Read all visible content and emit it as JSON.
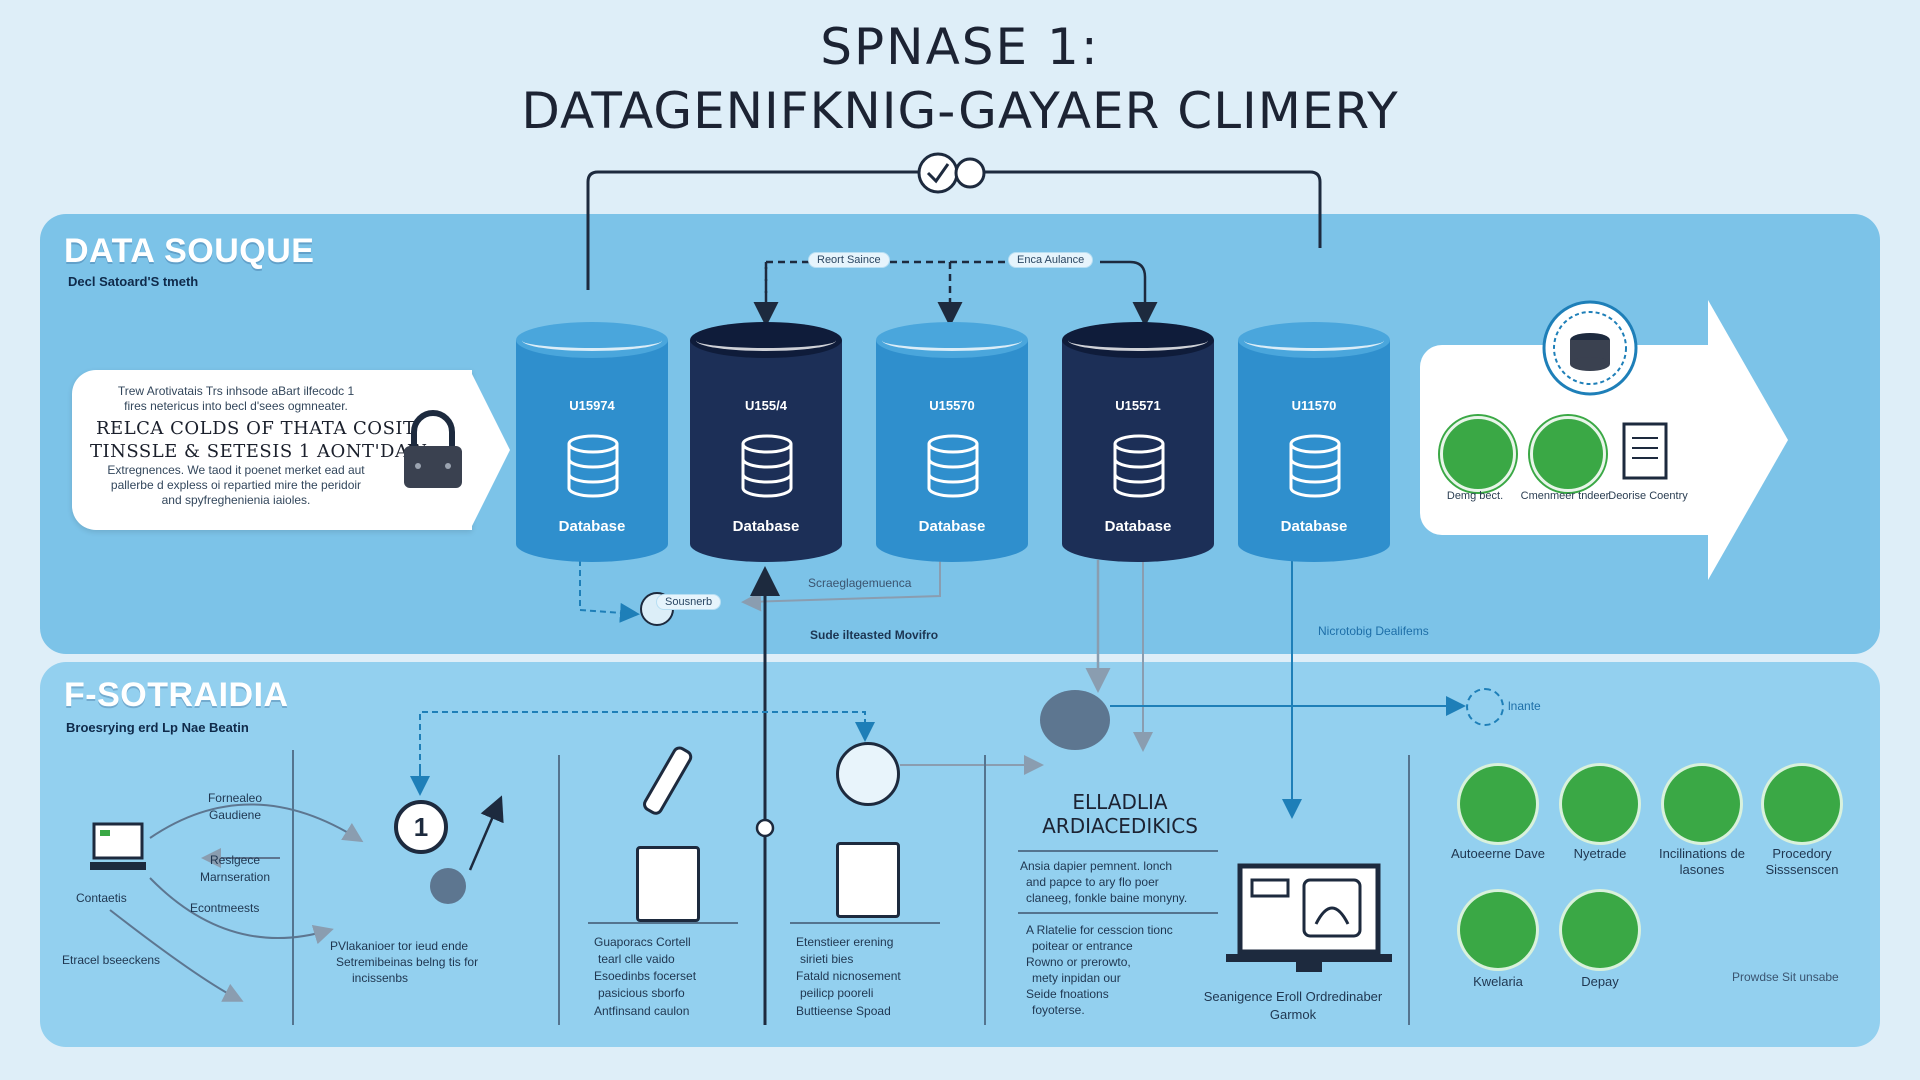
{
  "header": {
    "title_line1": "SPNASE 1:",
    "title_line2": "DATAGENIFKNIG-GAYAER CLIMERY"
  },
  "data_source": {
    "title": "DATA SOUQUE",
    "subtitle": "Decl Satoard'S tmeth",
    "info": {
      "line1": "Trew Arotivatais Trs inhsode aBart ilfecodc 1",
      "line2": "fires netericus into becl d'sees ogmneater.",
      "big1": "RELCA COLDS OF THATA COSIT",
      "big2": "TINSSLE & SETESIS 1 AONT'DAW",
      "line3": "Extregnences. We taod it poenet merket ead aut",
      "line4": "pallerbe d expless oi repartied mire the peridoir",
      "line5": "and spyfreghenienia iaioles."
    },
    "databases": [
      {
        "id": "U15974",
        "label": "Database",
        "style": "light"
      },
      {
        "id": "U155/4",
        "label": "Database",
        "style": "dark"
      },
      {
        "id": "U15570",
        "label": "Database",
        "style": "light"
      },
      {
        "id": "U15571",
        "label": "Database",
        "style": "dark"
      },
      {
        "id": "U11570",
        "label": "Database",
        "style": "light"
      }
    ],
    "connectors": {
      "left_pill": "Reort Saince",
      "right_pill": "Enca Aulance",
      "bottom_pill": "Sousnerb",
      "bottom_mid": "Scraeglagemuenca",
      "bottom_caption": "Sude ilteasted Movifro",
      "right_caption": "Nicrotobig Dealifems"
    },
    "targets": [
      {
        "label": "Demg bect.",
        "icon": "equal-icon"
      },
      {
        "label": "Cmenmeer tndeer",
        "icon": "pen-icon"
      },
      {
        "label": "Deorise Coentry",
        "icon": "document-icon"
      }
    ]
  },
  "processing": {
    "title": "F-SOTRAIDIA",
    "subtitle": "Broesrying erd Lp Nae Beatin",
    "left_flow": {
      "labels": [
        "Fornealeo Gaudiene",
        "Reslgece Marnseration",
        "Contaetis",
        "Econtmeests",
        "Etracel bseeckens"
      ],
      "step": "1",
      "notes": [
        "PVlakanioer tor ieud ende",
        "Setremibeinas belng tis for",
        "incissenbs"
      ]
    },
    "col2_notes": [
      "Guaporacs Cortell",
      "tearl clle vaido",
      "Esoedinbs focerset",
      "pasicious sborfo",
      "Antfinsand caulon"
    ],
    "col3_notes": [
      "Etenstieer erening",
      "sirieti bies",
      "Fatald nicnosement",
      "peilicp pooreli",
      "Buttieense Spoad"
    ],
    "mid": {
      "title1": "ELLADLIA",
      "title2": "ARDIACEDIKICS",
      "notes_a": [
        "Ansia dapier pemnent. lonch",
        "and papce to ary flo poer",
        "claneeg, fonkle baine monyny."
      ],
      "notes_b": [
        "A Rlatelie for cesscion tionc",
        "poitear or entrance",
        "Rowno or prerowto,",
        "mety inpidan our",
        "Seide fnoations",
        "foyoterse."
      ],
      "caption1": "Seanigence Eroll Ordredinaber",
      "caption2": "Garmok"
    },
    "right_link": "lnante",
    "outputs": [
      {
        "label": "Autoeerne Dave",
        "icon": "check-doc-icon"
      },
      {
        "label": "Nyetrade",
        "icon": "bar-chart-icon"
      },
      {
        "label": "Incilinations de lasones",
        "icon": "line-chart-icon"
      },
      {
        "label": "Procedory Sisssenscen",
        "icon": "grid-doc-icon"
      },
      {
        "label": "Kwelaria",
        "icon": "keyboard-icon"
      },
      {
        "label": "Depay",
        "icon": "check-doc-icon"
      }
    ],
    "footer_note": "Prowdse Sit unsabe"
  },
  "colors": {
    "panel_top": "#7cc3e8",
    "panel_bottom": "#93d0ef",
    "cyl_light": "#2f8fcd",
    "cyl_dark": "#1c2f57",
    "green": "#3aa845"
  }
}
